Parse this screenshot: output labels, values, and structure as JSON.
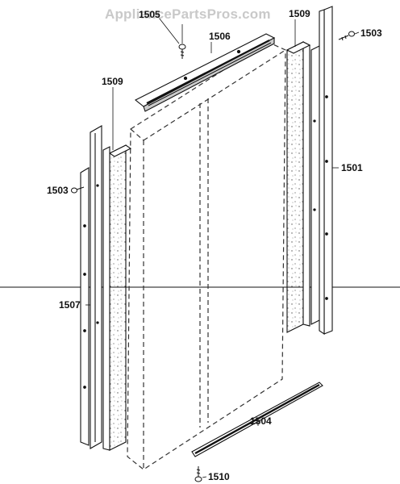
{
  "watermark": "AppliancePartsPros.com",
  "callouts": {
    "c1505": "1505",
    "c1506": "1506",
    "c1509_top": "1509",
    "c1503_top": "1503",
    "c1509_left": "1509",
    "c1503_left": "1503",
    "c1501": "1501",
    "c1507": "1507",
    "c1504": "1504",
    "c1510": "1510"
  },
  "colors": {
    "line": "#111111",
    "dash": "#333333",
    "speckle": "#555555",
    "watermark": "#c9c9c9"
  }
}
